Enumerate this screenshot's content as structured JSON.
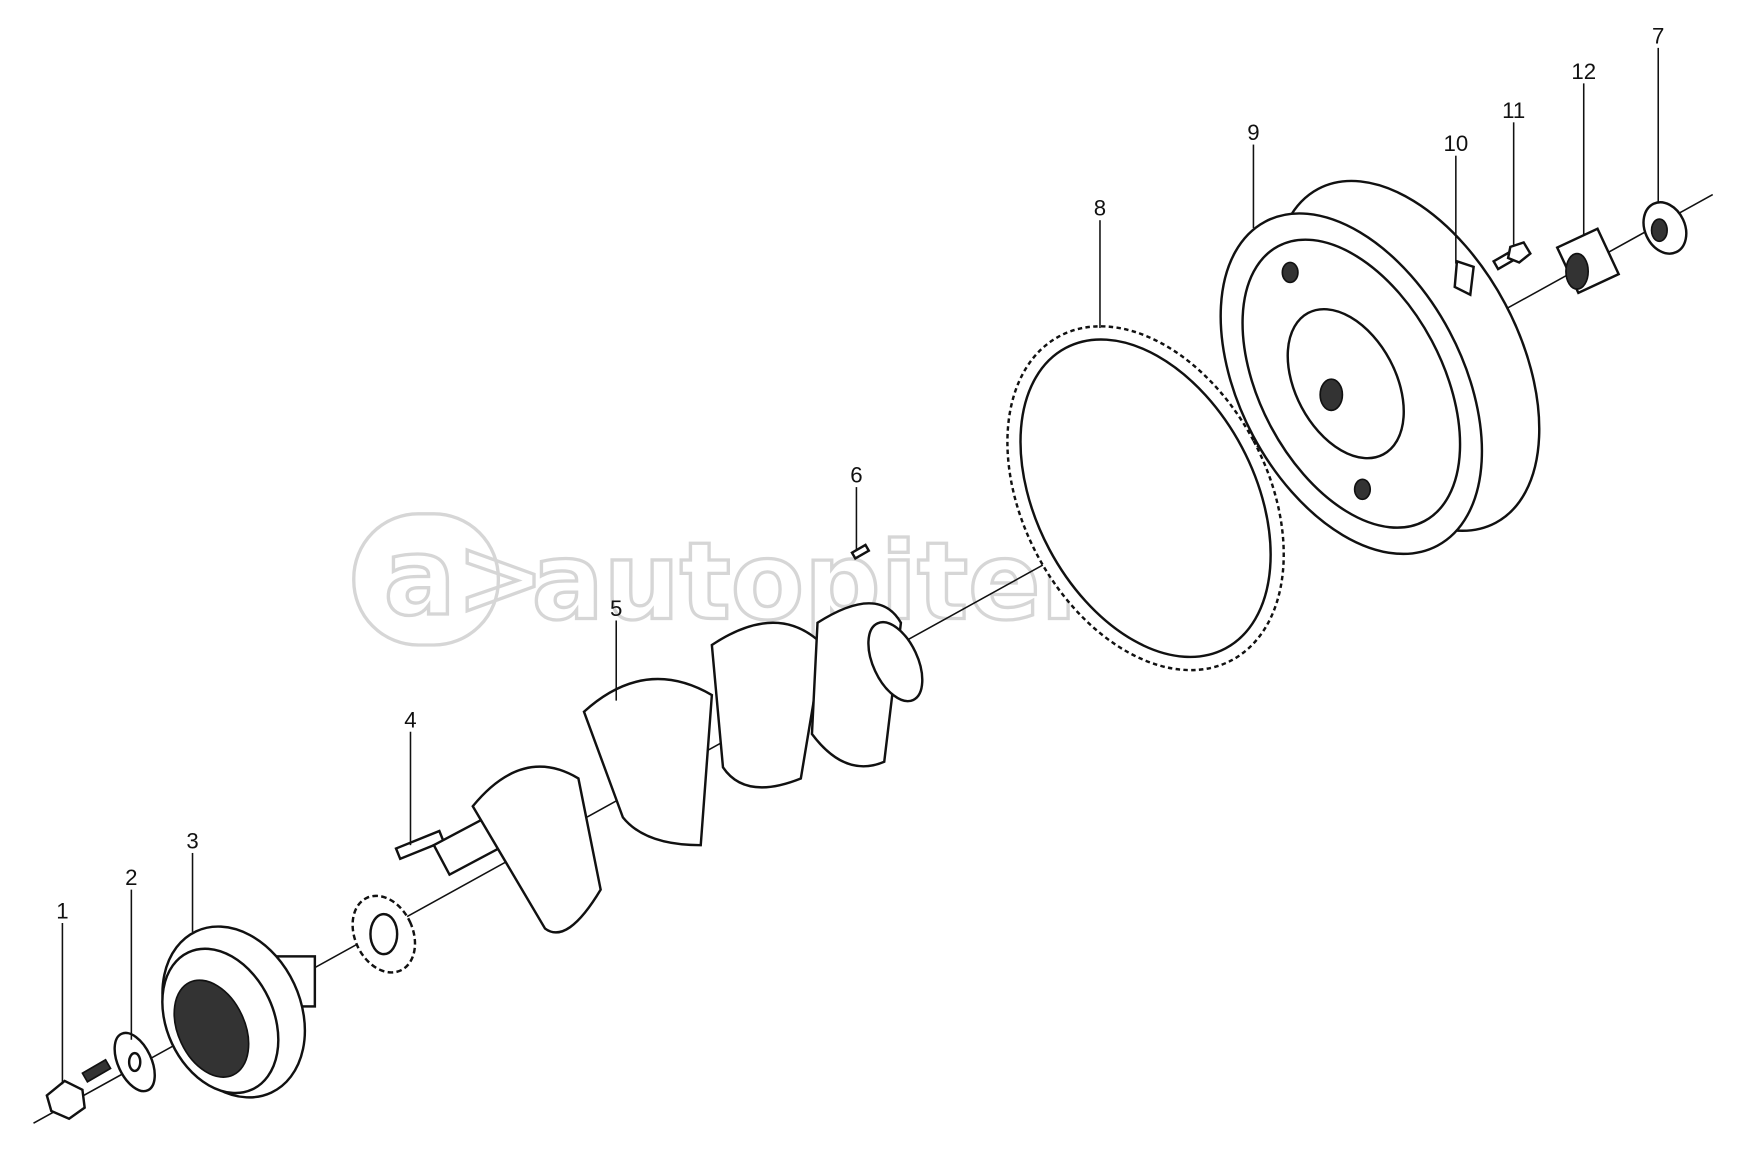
{
  "diagram": {
    "watermark": "autopiter.ru",
    "callouts": [
      "1",
      "2",
      "3",
      "4",
      "5",
      "6",
      "7",
      "8",
      "9",
      "10",
      "11",
      "12"
    ]
  }
}
